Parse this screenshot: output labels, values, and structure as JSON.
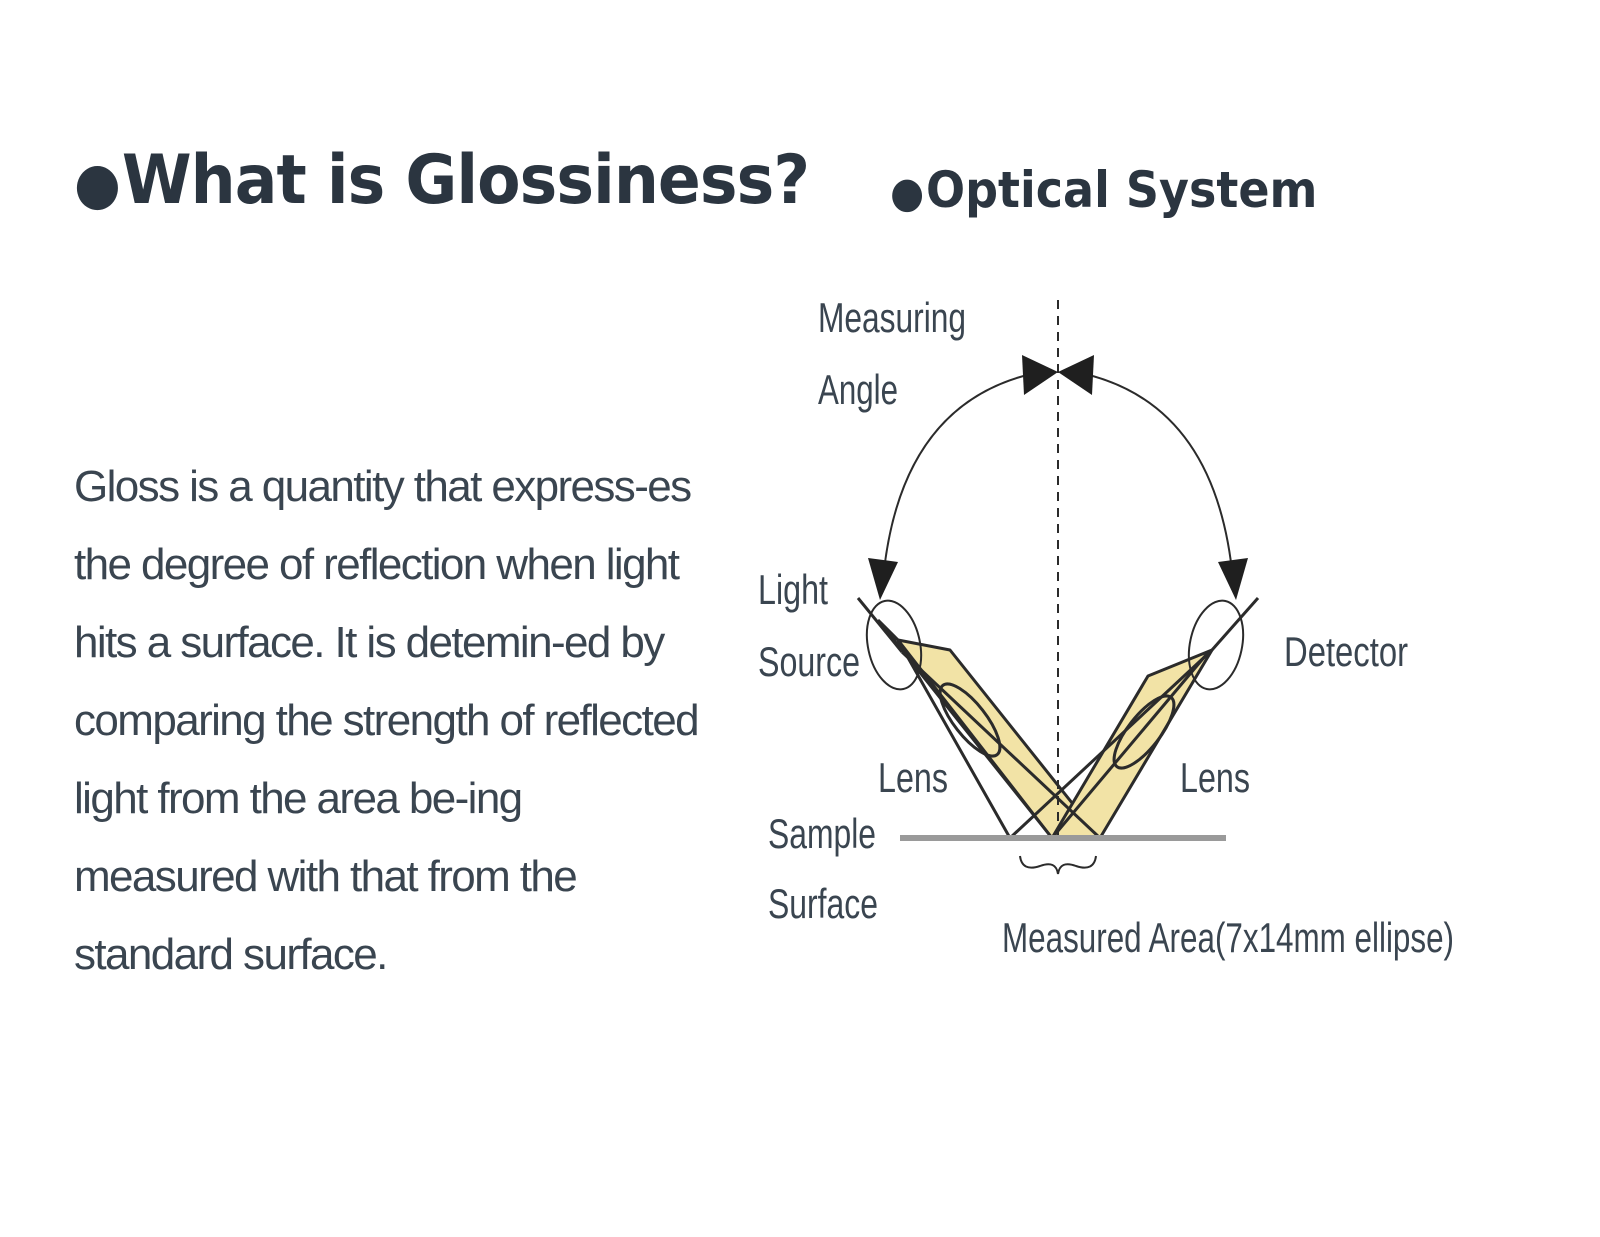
{
  "left": {
    "heading": "What is Glossiness?",
    "paragraph": "Gloss is a quantity that express-es the degree of reflection when light hits a surface. It is detemin-ed by comparing the strength of reflected light from the area be-ing measured with that from the standard surface."
  },
  "right": {
    "heading": "Optical System"
  },
  "diagram": {
    "measuring_angle": [
      "Measuring",
      "Angle"
    ],
    "light_source": [
      "Light",
      "Source"
    ],
    "detector": "Detector",
    "lens_left": "Lens",
    "lens_right": "Lens",
    "sample_surface": [
      "Sample",
      "Surface"
    ],
    "measured_area": "Measured Area(7x14mm ellipse)"
  },
  "colors": {
    "text": "#2b3540",
    "beam_fill": "#f2e3a6",
    "line": "#2b2b2b",
    "surface": "#9a9a9a"
  }
}
